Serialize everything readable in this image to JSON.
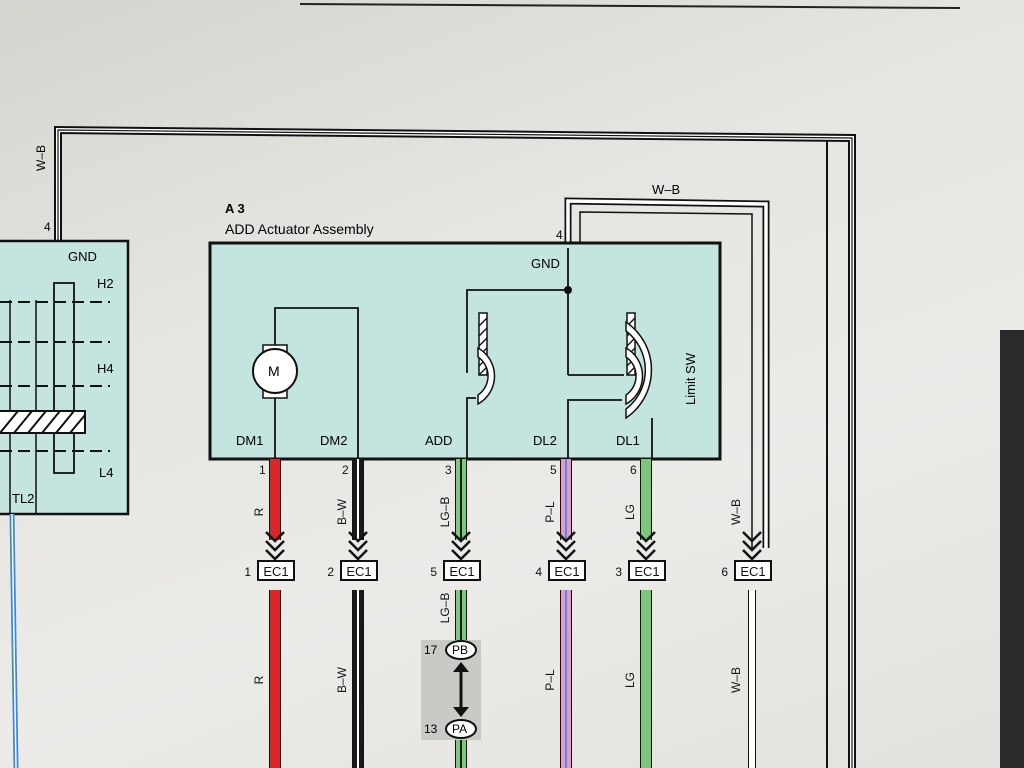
{
  "title": {
    "ref": "A 3",
    "name": "ADD Actuator Assembly"
  },
  "left_component": {
    "gnd_pin": "4",
    "gnd_label": "GND",
    "gnd_wire": "W–B",
    "labels": [
      "H2",
      "H4",
      "L4",
      "TL2"
    ]
  },
  "actuator": {
    "gnd_pin": "4",
    "gnd_label": "GND",
    "gnd_wire": "W–B",
    "motor_label": "M",
    "limit_switch_label": "Limit SW",
    "terminals": [
      "DM1",
      "DM2",
      "ADD",
      "DL2",
      "DL1"
    ]
  },
  "wires": [
    {
      "pin": "1",
      "color_code": "R",
      "connector": "EC1",
      "conn_pin": "1",
      "color": "#d8262a",
      "stripe": ""
    },
    {
      "pin": "2",
      "color_code": "B–W",
      "connector": "EC1",
      "conn_pin": "2",
      "color": "#1a1a1a",
      "stripe": "#ffffff"
    },
    {
      "pin": "3",
      "color_code": "LG–B",
      "connector": "EC1",
      "conn_pin": "5",
      "color": "#7fc97f",
      "stripe": "#1a1a1a"
    },
    {
      "pin": "5",
      "color_code": "P–L",
      "connector": "EC1",
      "conn_pin": "4",
      "color": "#e79ac8",
      "stripe": "#4f8fd8"
    },
    {
      "pin": "6",
      "color_code": "LG",
      "connector": "EC1",
      "conn_pin": "3",
      "color": "#7cc67c",
      "stripe": ""
    },
    {
      "pin": "",
      "color_code": "W–B",
      "connector": "EC1",
      "conn_pin": "6",
      "color": "#ffffff",
      "stripe": ""
    }
  ],
  "junction": {
    "upper_pin": "17",
    "upper_label": "PB",
    "lower_pin": "13",
    "lower_label": "PA"
  },
  "colors": {
    "component_fill": "#c4e4df",
    "junction_fill": "#c9c9c6"
  }
}
